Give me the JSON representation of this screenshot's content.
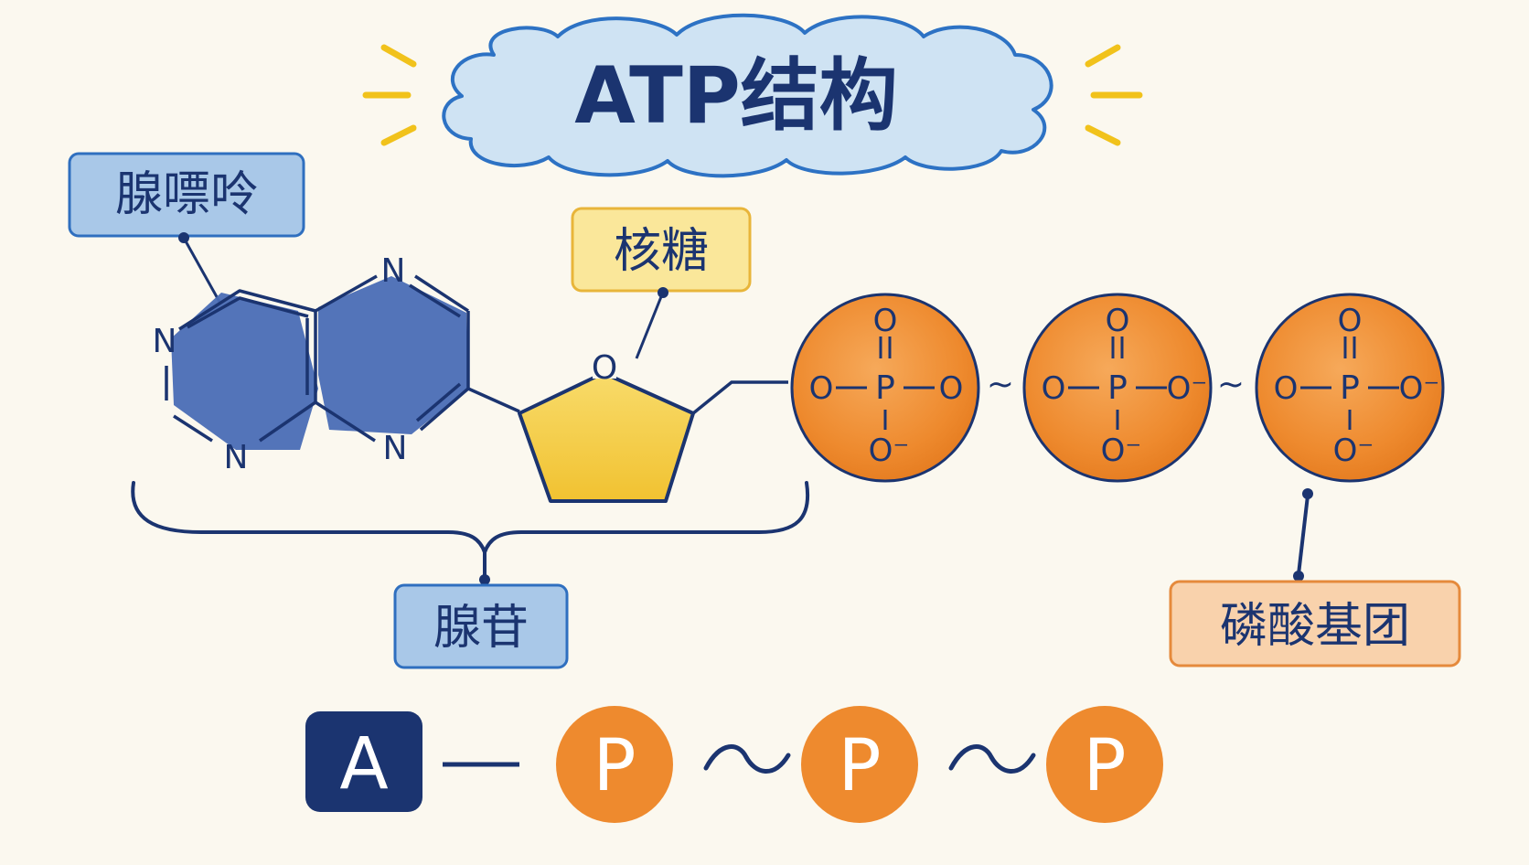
{
  "title": "ATP结构",
  "labels": {
    "adenine": "腺嘌呤",
    "ribose": "核糖",
    "adenosine": "腺苷",
    "phosphate_group": "磷酸基团"
  },
  "atoms": {
    "nitrogen": "N",
    "ring_oxygen": "O"
  },
  "phosphate_units": [
    {
      "top": "O",
      "left": "O",
      "center": "P",
      "right": "O",
      "right_charge": "",
      "bottom": "O⁻"
    },
    {
      "top": "O",
      "left": "O",
      "center": "P",
      "right": "O⁻",
      "right_charge": "",
      "bottom": "O⁻"
    },
    {
      "top": "O",
      "left": "O",
      "center": "P",
      "right": "O⁻",
      "right_charge": "",
      "bottom": "O⁻"
    }
  ],
  "bonds": {
    "high_energy": "~",
    "single": "—"
  },
  "summary": {
    "adenosine": "A",
    "phosphate": "P"
  },
  "colors": {
    "background": "#fbf8ef",
    "navy": "#1b3470",
    "adenine_blue": "#4a6db5",
    "adenine_label_fill": "#a9c8e8",
    "ribose_yellow": "#f4cc45",
    "ribose_label_fill": "#fae79a",
    "phosphate_orange": "#ee8a2e",
    "phosphate_label_fill": "#f9d2ac",
    "cloud_fill": "#cfe3f3",
    "cloud_stroke": "#2d72c4",
    "sparkle_yellow": "#f1c21b"
  }
}
